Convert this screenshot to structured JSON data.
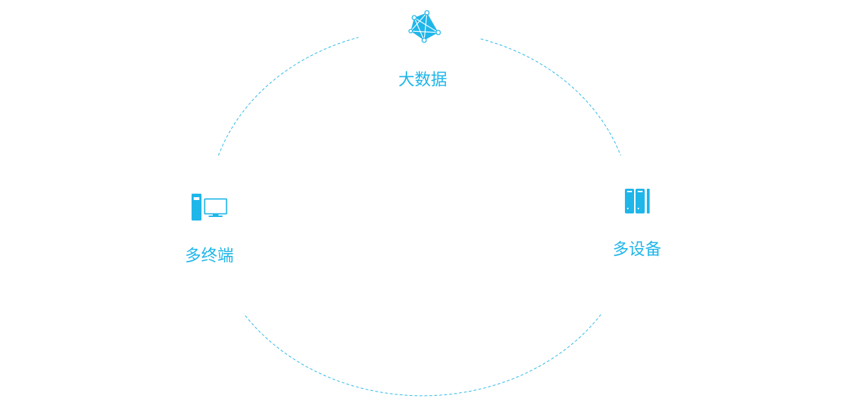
{
  "colors": {
    "accent": "#1fb6ea",
    "ring": "#29b8e8"
  },
  "nodes": {
    "top": {
      "label": "大数据",
      "icon": "network-polyhedron-icon"
    },
    "left": {
      "label": "多终端",
      "icon": "desktop-computer-icon"
    },
    "right": {
      "label": "多设备",
      "icon": "server-rack-icon"
    }
  }
}
